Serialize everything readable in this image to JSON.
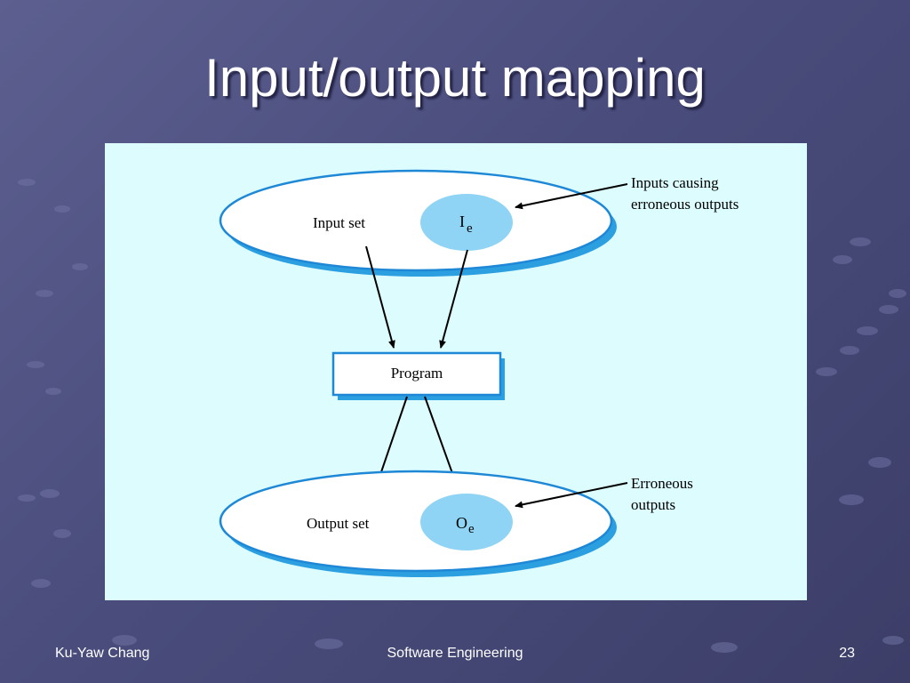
{
  "slide": {
    "title": "Input/output mapping",
    "footer_left": "Ku-Yaw Chang",
    "footer_center": "Software Engineering",
    "page_number": "23"
  },
  "diagram": {
    "input_set_label": "Input set",
    "input_error_symbol": "I",
    "input_error_subscript": "e",
    "inputs_note_line1": "Inputs causing",
    "inputs_note_line2": "erroneous outputs",
    "program_label": "Program",
    "output_set_label": "Output set",
    "output_error_symbol": "O",
    "output_error_subscript": "e",
    "outputs_note_line1": "Erroneous",
    "outputs_note_line2": "outputs"
  },
  "colors": {
    "panel": "#dcfcfe",
    "ellipse_fill": "#ffffff",
    "ellipse_stroke": "#1e88d6",
    "shadow": "#2b9fe0",
    "error_circle": "#8fd4f4",
    "arrow": "#000000"
  }
}
